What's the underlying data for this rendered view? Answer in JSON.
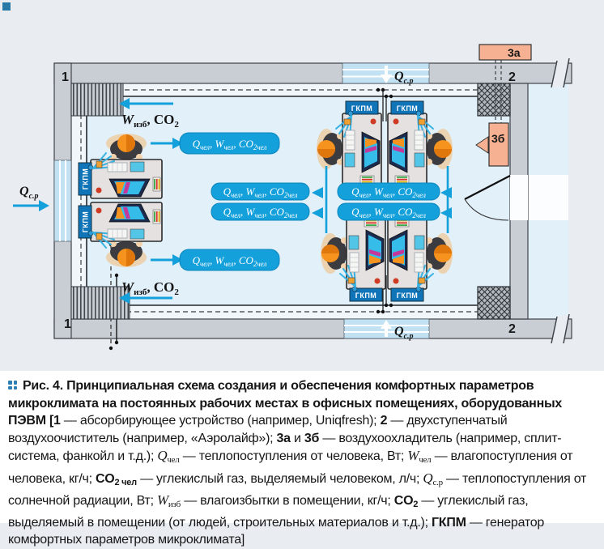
{
  "diagram": {
    "markers": {
      "m1": "1",
      "m2": "2",
      "m3a": "3а",
      "m3b": "3б"
    },
    "gkpm": "ГКПМ",
    "labels": {
      "q_sr": {
        "p1": "Q",
        "p2": "с.р"
      },
      "w_izb": {
        "p1": "W",
        "p2": "изб",
        "p3": ", CO",
        "p4": "2"
      },
      "person": {
        "p1": "Q",
        "p2": "чел",
        "p3": ", W",
        "p4": "чел",
        "p5": ", CO",
        "p6": "2чел"
      }
    },
    "colors": {
      "accent_cyan": "#14A0DB",
      "equipment_orange": "#F5B191",
      "gkpm_blue": "#0F74B8",
      "wall_gray": "#C8CED3",
      "interior_blue": "#E2F0FA"
    }
  },
  "caption": {
    "parts": [
      {
        "t": "Рис. 4. Принципиальная схема создания и обеспечения комфортных параметров микроклимата на постоянных рабочих местах в офисных помещениях, оборудованных ПЭВМ [1"
      },
      {
        "t": " — абсорбирующее устройство (например, Uniqfresh); "
      },
      {
        "t": "2"
      },
      {
        "t": " — двухступенчатый воздухоочиститель (например, «Аэролайф»); "
      },
      {
        "t": "3а"
      },
      {
        "t": " и "
      },
      {
        "t": "3б"
      },
      {
        "t": " — воздухоохладитель (например, сплит-система, фанкойл и т.д.); "
      },
      {
        "t": "Q"
      },
      {
        "t": "чел"
      },
      {
        "t": " — теплопоступления от человека, Вт; "
      },
      {
        "t": "W"
      },
      {
        "t": "чел"
      },
      {
        "t": " — влагопоступления от человека, кг/ч; "
      },
      {
        "t": "CO"
      },
      {
        "t": "2 чел"
      },
      {
        "t": " — углекислый газ, выделяемый человеком, л/ч; "
      },
      {
        "t": "Q"
      },
      {
        "t": "с.р"
      },
      {
        "t": " — теплопоступления от солнечной радиации, Вт; "
      },
      {
        "t": "W"
      },
      {
        "t": "изб"
      },
      {
        "t": " — влагоизбытки в помещении, кг/ч; "
      },
      {
        "t": "CO"
      },
      {
        "t": "2"
      },
      {
        "t": " — углекислый газ, выделяемый в помещении (от людей, строительных материалов и т.д.); "
      },
      {
        "t": "ГКПМ"
      },
      {
        "t": " — генератор комфортных параметров микроклимата]"
      }
    ]
  }
}
